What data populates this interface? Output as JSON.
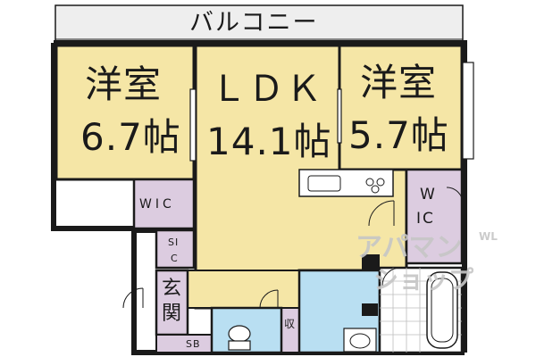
{
  "floor_plan": {
    "balcony": "バルコニー",
    "bedroom_left": {
      "name": "洋室",
      "size": "6.7帖"
    },
    "ldk": {
      "name": "ＬＤＫ",
      "size": "14.1帖"
    },
    "bedroom_right": {
      "name": "洋室",
      "size": "5.7帖"
    },
    "wic_left": "WIC",
    "wic_right_w": "W",
    "wic_right_ic": "IC",
    "sic_s": "SI",
    "sic_c": "C",
    "entrance_top": "玄",
    "entrance_bottom": "関",
    "storage": "収",
    "shoe_box": "SB"
  },
  "watermark": {
    "line1": "アパマン",
    "line2": "ショップ",
    "small": "WL"
  },
  "colors": {
    "room_fill": "#f5e6a6",
    "wet_fill": "#b9dff2",
    "storage_fill": "#dccce0",
    "balcony_fill": "#eeeeee",
    "wall": "#1a1a1a"
  }
}
